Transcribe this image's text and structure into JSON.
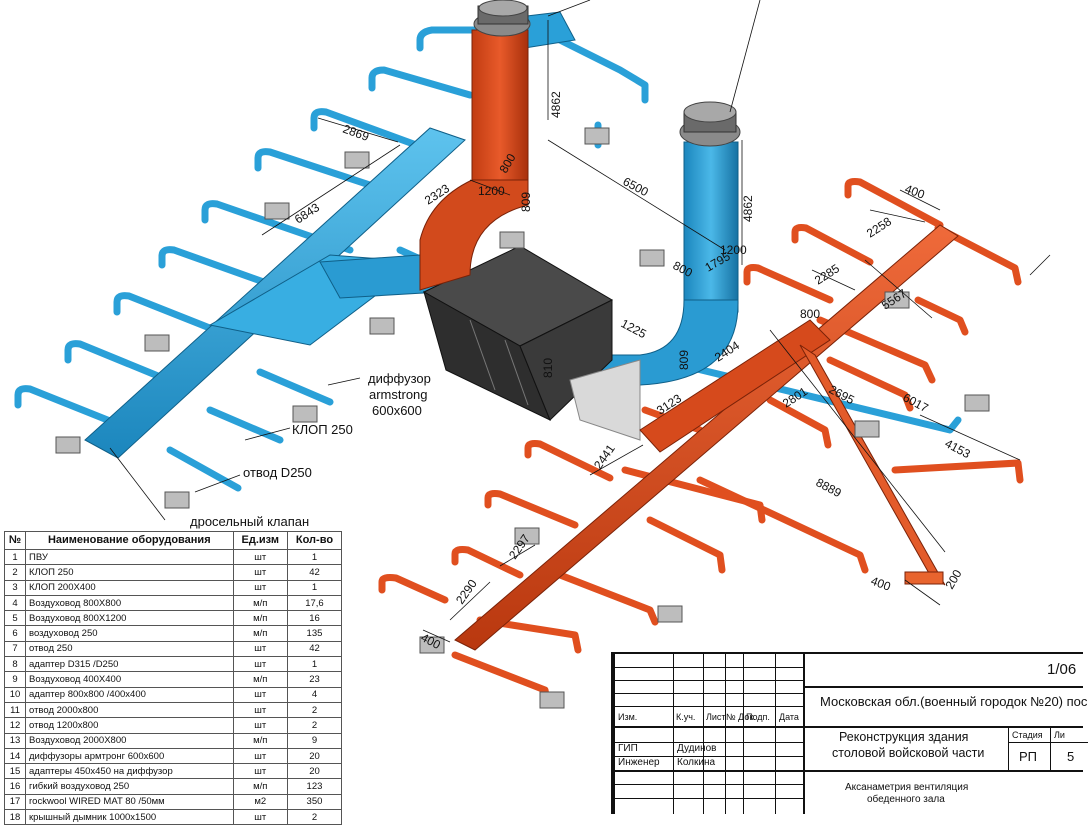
{
  "colors": {
    "supply_duct": "#2aa0d8",
    "supply_duct_dark": "#1a7fb3",
    "exhaust_duct": "#d9461a",
    "exhaust_duct_dark": "#b03612",
    "unit_body": "#3a3a3a",
    "fan_cap": "#7a7a7a"
  },
  "dimensions": {
    "d2869": "2869",
    "d6843": "6843",
    "d2323": "2323",
    "d1200a": "1200",
    "d800a": "800",
    "d809a": "809",
    "d4862a": "4862",
    "d6500": "6500",
    "d4862b": "4862",
    "d1200b": "1200",
    "d800b": "800",
    "d1795": "1795",
    "d1225": "1225",
    "d809b": "809",
    "d810": "810",
    "d400a": "400",
    "d2258": "2258",
    "d2285": "2285",
    "d5567": "5567",
    "d800c": "800",
    "d2404": "2404",
    "d2695": "2695",
    "d6017": "6017",
    "d2801": "2801",
    "d3123": "3123",
    "d4153": "4153",
    "d2441": "2441",
    "d8889": "8889",
    "d2297": "2297",
    "d2290": "2290",
    "d400b": "400",
    "d400c": "400",
    "d200": "200"
  },
  "callouts": {
    "diffuser": "диффузор\narmstrong\n600х600",
    "diffuser_l1": "диффузор",
    "diffuser_l2": "armstrong",
    "diffuser_l3": "600х600",
    "klop": "КЛОП 250",
    "otvod": "отвод D250",
    "throttle": "дросельный клапан"
  },
  "equipment_table": {
    "headers": [
      "№",
      "Наименование оборудования",
      "Ед.изм",
      "Кол-во"
    ],
    "rows": [
      [
        "1",
        "ПВУ",
        "шт",
        "1"
      ],
      [
        "2",
        "КЛОП 250",
        "шт",
        "42"
      ],
      [
        "3",
        "КЛОП 200X400",
        "шт",
        "1"
      ],
      [
        "4",
        "Воздуховод 800X800",
        "м/п",
        "17,6"
      ],
      [
        "5",
        "Воздуховод 800X1200",
        "м/п",
        "16"
      ],
      [
        "6",
        "воздуховод 250",
        "м/п",
        "135"
      ],
      [
        "7",
        "отвод 250",
        "шт",
        "42"
      ],
      [
        "8",
        "адаптер D315 /D250",
        "шт",
        "1"
      ],
      [
        "9",
        "Воздуховод 400X400",
        "м/п",
        "23"
      ],
      [
        "10",
        "адаптер 800x800 /400x400",
        "шт",
        "4"
      ],
      [
        "11",
        "отвод 2000x800",
        "шт",
        "2"
      ],
      [
        "12",
        "отвод 1200x800",
        "шт",
        "2"
      ],
      [
        "13",
        "Воздуховод 2000X800",
        "м/п",
        "9"
      ],
      [
        "14",
        "диффузоры армтронг 600x600",
        "шт",
        "20"
      ],
      [
        "15",
        "адаптеры 450x450 на диффузор",
        "шт",
        "20"
      ],
      [
        "16",
        "гибкий воздуховод 250",
        "м/п",
        "123"
      ],
      [
        "17",
        "rockwool WIRED MAT 80 /50мм",
        "м2",
        "350"
      ],
      [
        "18",
        "крышный дымник 1000x1500",
        "шт",
        "2"
      ]
    ]
  },
  "title_block": {
    "sheet": "1/06",
    "location": "Московская обл.(военный городок №20) пос",
    "project": "Реконструкция здания\nстоловой войсковой части",
    "project_l1": "Реконструкция здания",
    "project_l2": "столовой войсковой части",
    "stage_header": "Стадия",
    "sheet_header": "Ли",
    "stage_value": "РП",
    "sheet_value": "5",
    "drawing_title": "Аксанаметрия вентиляция\nобеденного зала",
    "drawing_l1": "Аксанаметрия вентиляция",
    "drawing_l2": "обеденного зала",
    "columns": [
      "Изм.",
      "К.уч.",
      "Лист",
      "№ Док.",
      "Подп.",
      "Дата"
    ],
    "roles": [
      {
        "role": "ГИП",
        "name": "Дудинов"
      },
      {
        "role": "Инженер",
        "name": "Колкина"
      }
    ]
  }
}
